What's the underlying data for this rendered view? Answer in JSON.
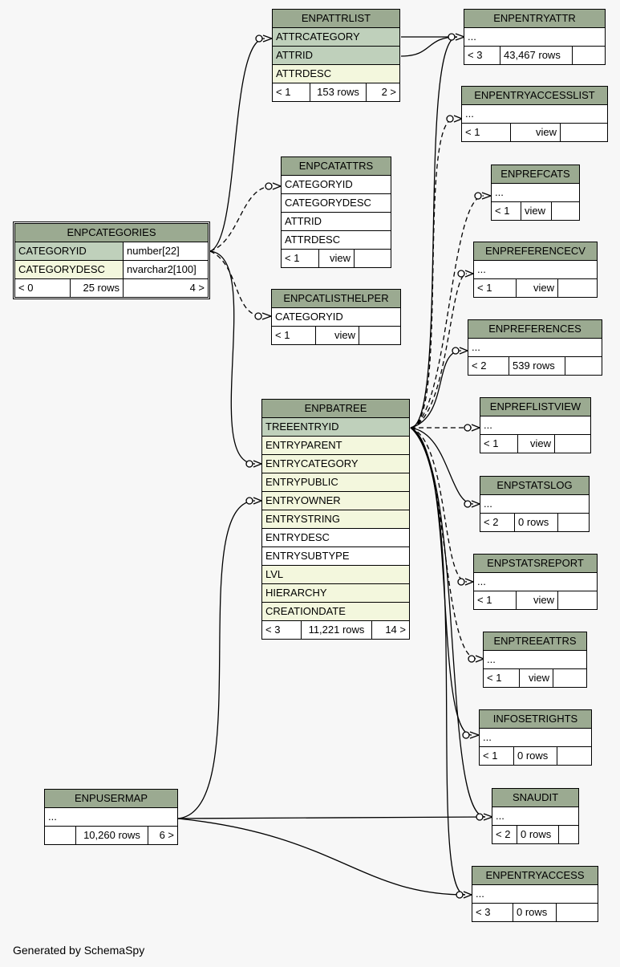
{
  "tables": {
    "enpattrlist": {
      "name": "ENPATTRLIST",
      "cols": [
        "ATTRCATEGORY",
        "ATTRID",
        "ATTRDESC"
      ],
      "footer": [
        "< 1",
        "153 rows",
        "2 >"
      ]
    },
    "enpentryattr": {
      "name": "ENPENTRYATTR",
      "cols": [
        "..."
      ],
      "footer": [
        "< 3",
        "43,467 rows",
        ""
      ]
    },
    "enpentryaccesslist": {
      "name": "ENPENTRYACCESSLIST",
      "cols": [
        "..."
      ],
      "footer": [
        "< 1",
        "view",
        ""
      ]
    },
    "enpcatattrs": {
      "name": "ENPCATATTRS",
      "cols": [
        "CATEGORYID",
        "CATEGORYDESC",
        "ATTRID",
        "ATTRDESC"
      ],
      "footer": [
        "< 1",
        "view",
        ""
      ]
    },
    "enprefcats": {
      "name": "ENPREFCATS",
      "cols": [
        "..."
      ],
      "footer": [
        "< 1",
        "view",
        ""
      ]
    },
    "enpcategories": {
      "name": "ENPCATEGORIES",
      "cols": [
        {
          "name": "CATEGORYID",
          "type": "number[22]"
        },
        {
          "name": "CATEGORYDESC",
          "type": "nvarchar2[100]"
        }
      ],
      "footer": [
        "< 0",
        "25 rows",
        "4 >"
      ]
    },
    "enppreferencecv": {
      "name": "ENPREFERENCECV",
      "cols": [
        "..."
      ],
      "footer": [
        "< 1",
        "view",
        ""
      ]
    },
    "enpcatlisthelper": {
      "name": "ENPCATLISTHELPER",
      "cols": [
        "CATEGORYID"
      ],
      "footer": [
        "< 1",
        "view",
        ""
      ]
    },
    "enppreferences": {
      "name": "ENPREFERENCES",
      "cols": [
        "..."
      ],
      "footer": [
        "< 2",
        "539 rows",
        ""
      ]
    },
    "enpbatree": {
      "name": "ENPBATREE",
      "cols": [
        "TREEENTRYID",
        "ENTRYPARENT",
        "ENTRYCATEGORY",
        "ENTRYPUBLIC",
        "ENTRYOWNER",
        "ENTRYSTRING",
        "ENTRYDESC",
        "ENTRYSUBTYPE",
        "LVL",
        "HIERARCHY",
        "CREATIONDATE"
      ],
      "footer": [
        "< 3",
        "11,221 rows",
        "14 >"
      ]
    },
    "enpreflistview": {
      "name": "ENPREFLISTVIEW",
      "cols": [
        "..."
      ],
      "footer": [
        "< 1",
        "view",
        ""
      ]
    },
    "enpstatslog": {
      "name": "ENPSTATSLOG",
      "cols": [
        "..."
      ],
      "footer": [
        "< 2",
        "0 rows",
        ""
      ]
    },
    "enpstatsreport": {
      "name": "ENPSTATSREPORT",
      "cols": [
        "..."
      ],
      "footer": [
        "< 1",
        "view",
        ""
      ]
    },
    "enptreeattrs": {
      "name": "ENPTREEATTRS",
      "cols": [
        "..."
      ],
      "footer": [
        "< 1",
        "view",
        ""
      ]
    },
    "infosetrights": {
      "name": "INFOSETRIGHTS",
      "cols": [
        "..."
      ],
      "footer": [
        "< 1",
        "0 rows",
        ""
      ]
    },
    "enpusermap": {
      "name": "ENPUSERMAP",
      "cols": [
        "..."
      ],
      "footer": [
        "",
        "10,260 rows",
        "6 >"
      ]
    },
    "snaudit": {
      "name": "SNAUDIT",
      "cols": [
        "..."
      ],
      "footer": [
        "< 2",
        "0 rows",
        ""
      ]
    },
    "enpentryaccess": {
      "name": "ENPENTRYACCESS",
      "cols": [
        "..."
      ],
      "footer": [
        "< 3",
        "0 rows",
        ""
      ]
    }
  },
  "footer_text": "Generated by SchemaSpy",
  "colors": {
    "header": "#9baa91",
    "pk": "#bfd0bb",
    "fk": "#f3f7dd",
    "background": "#f7f7f7"
  }
}
